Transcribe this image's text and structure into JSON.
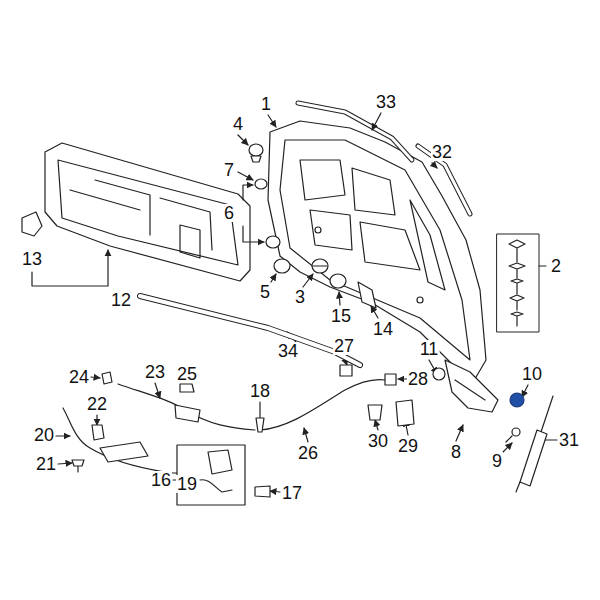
{
  "diagram": {
    "labels": [
      "1",
      "33",
      "4",
      "7",
      "6",
      "32",
      "13",
      "12",
      "5",
      "3",
      "15",
      "14",
      "2",
      "34",
      "25",
      "27",
      "11",
      "10",
      "24",
      "23",
      "28",
      "18",
      "22",
      "20",
      "9",
      "31",
      "8",
      "30",
      "29",
      "26",
      "21",
      "16",
      "19",
      "17"
    ]
  }
}
